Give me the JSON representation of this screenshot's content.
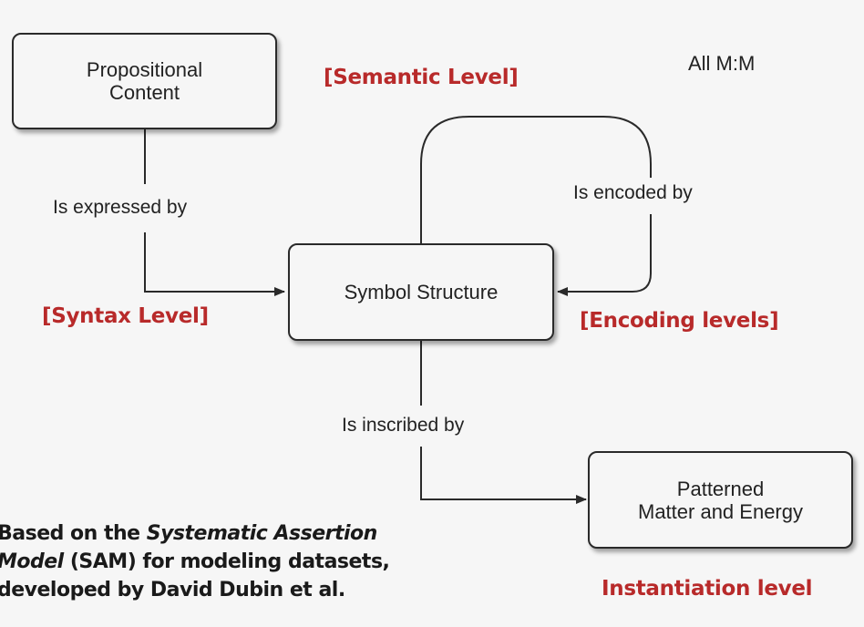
{
  "boxes": {
    "propositional": [
      "Propositional",
      "Content"
    ],
    "symbol": "Symbol Structure",
    "patterned": [
      "Patterned",
      "Matter and Energy"
    ]
  },
  "edges": {
    "expressed": "Is expressed by",
    "encoded": "Is encoded by",
    "inscribed": "Is inscribed by"
  },
  "levels": {
    "semantic": "[Semantic Level]",
    "syntax": "[Syntax Level]",
    "encoding": "[Encoding levels]",
    "instantiation": "Instantiation level"
  },
  "cardinality": "All M:M",
  "note": {
    "line1_a": "Based on the ",
    "line1_b": "Systematic Assertion",
    "line2_a": "Model",
    "line2_b": " (SAM) for modeling datasets,",
    "line3": "developed by David Dubin et al."
  },
  "colors": {
    "accent": "#b82a2a",
    "line": "#2a2a2a"
  }
}
